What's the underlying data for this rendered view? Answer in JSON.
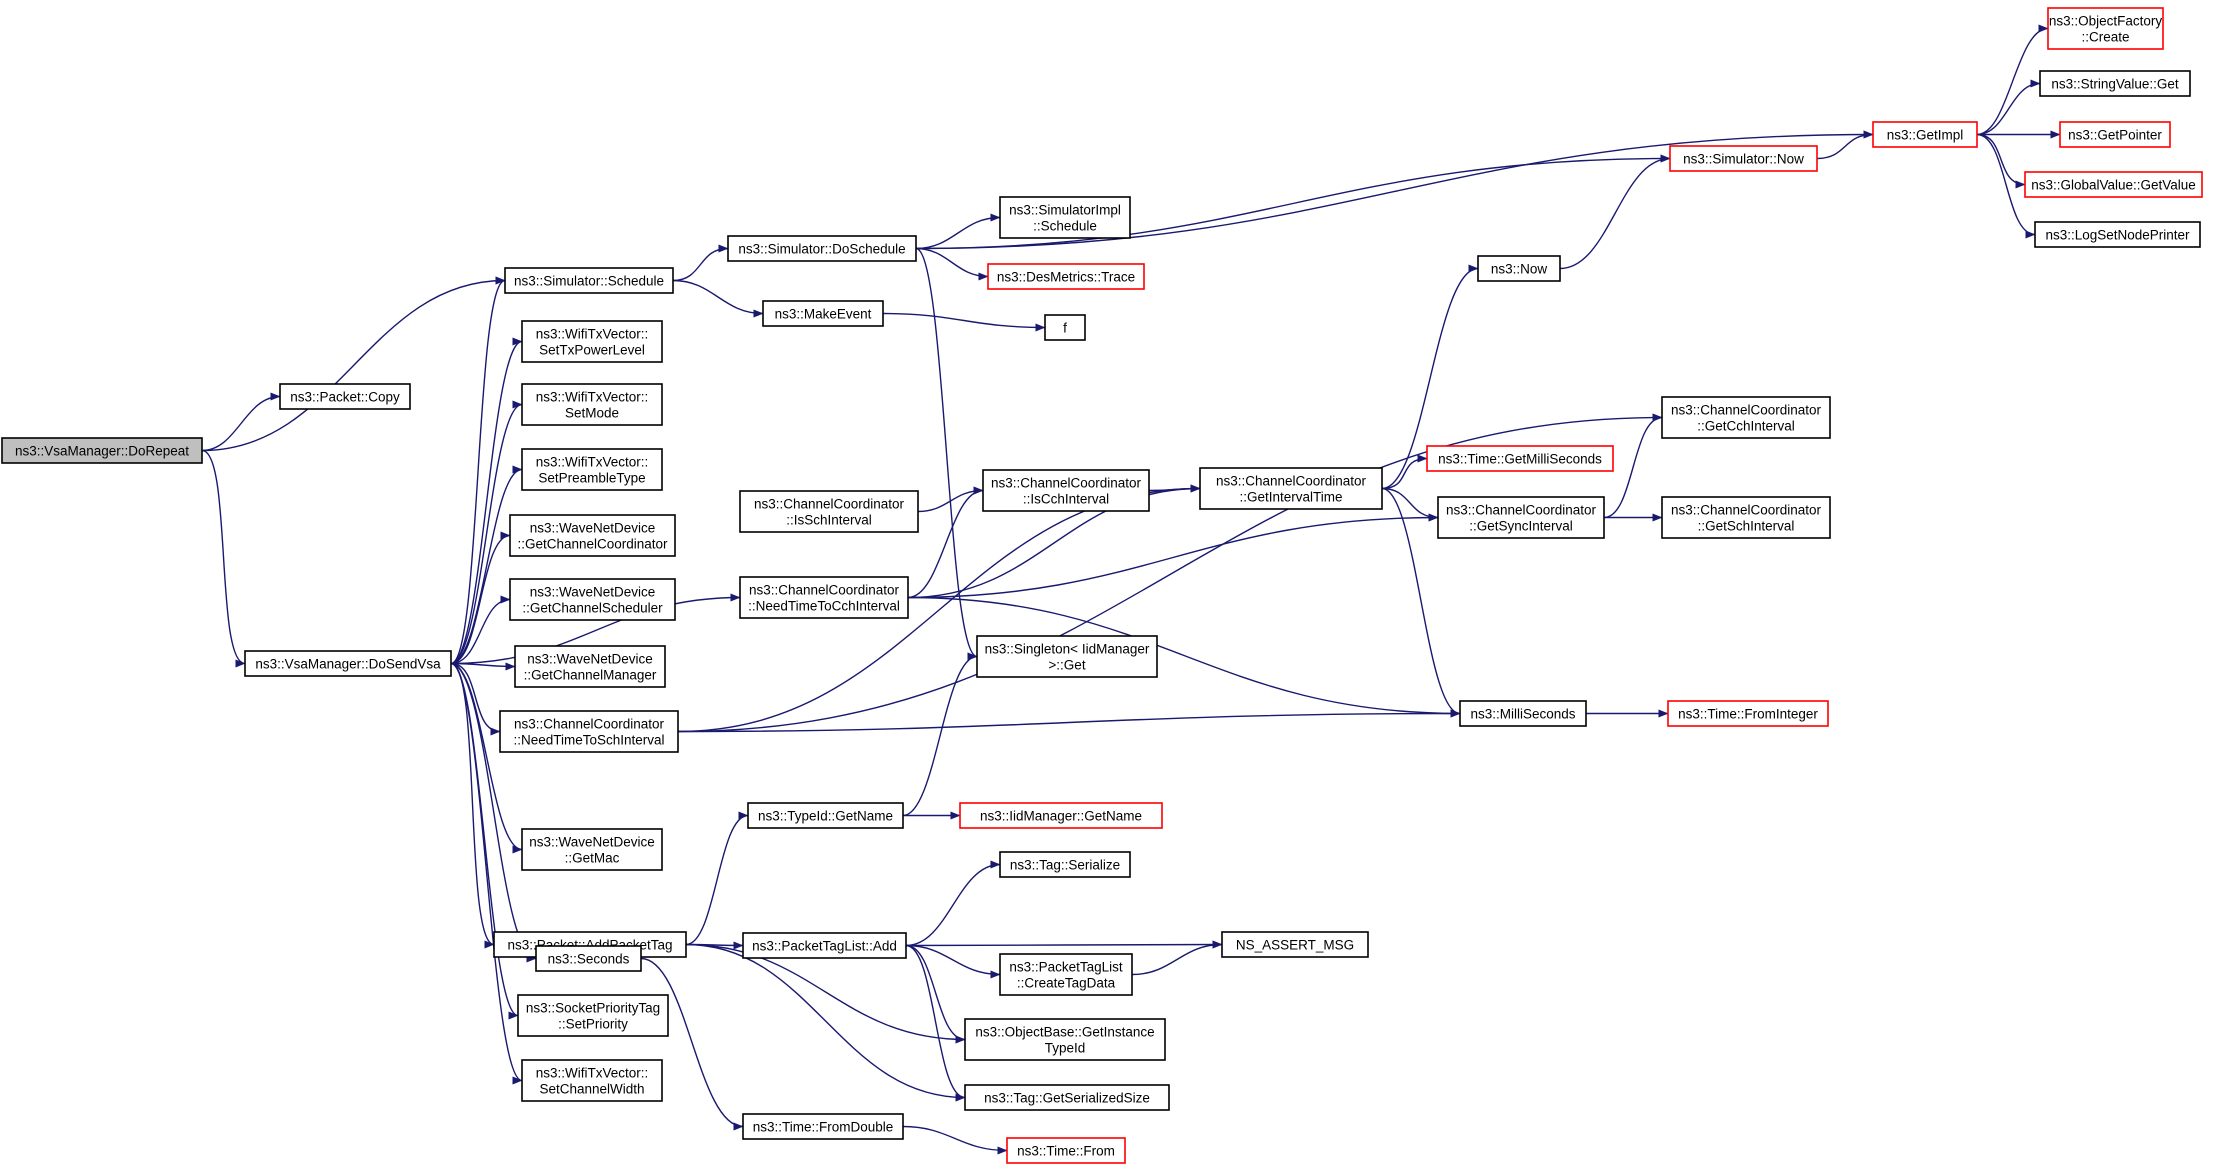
{
  "colors": {
    "edge": "#191970",
    "normal_border": "#000000",
    "truncated_border": "#ff0000",
    "root_fill": "#bfbfbf",
    "node_fill": "#ffffff"
  },
  "nodes": [
    {
      "id": "dorepeat",
      "lines": [
        "ns3::VsaManager::DoRepeat"
      ],
      "style": "root"
    },
    {
      "id": "copy",
      "lines": [
        "ns3::Packet::Copy"
      ],
      "style": "normal"
    },
    {
      "id": "dosendvsa",
      "lines": [
        "ns3::VsaManager::DoSendVsa"
      ],
      "style": "normal"
    },
    {
      "id": "sim_schedule",
      "lines": [
        "ns3::Simulator::Schedule"
      ],
      "style": "normal"
    },
    {
      "id": "settxpower",
      "lines": [
        "ns3::WifiTxVector::",
        "SetTxPowerLevel"
      ],
      "style": "normal"
    },
    {
      "id": "setmode",
      "lines": [
        "ns3::WifiTxVector::",
        "SetMode"
      ],
      "style": "normal"
    },
    {
      "id": "setpreamble",
      "lines": [
        "ns3::WifiTxVector::",
        "SetPreambleType"
      ],
      "style": "normal"
    },
    {
      "id": "getchcoord",
      "lines": [
        "ns3::WaveNetDevice",
        "::GetChannelCoordinator"
      ],
      "style": "normal"
    },
    {
      "id": "getchsched",
      "lines": [
        "ns3::WaveNetDevice",
        "::GetChannelScheduler"
      ],
      "style": "normal"
    },
    {
      "id": "getchmgr",
      "lines": [
        "ns3::WaveNetDevice",
        "::GetChannelManager"
      ],
      "style": "normal"
    },
    {
      "id": "needschint",
      "lines": [
        "ns3::ChannelCoordinator",
        "::NeedTimeToSchInterval"
      ],
      "style": "normal"
    },
    {
      "id": "getmac",
      "lines": [
        "ns3::WaveNetDevice",
        "::GetMac"
      ],
      "style": "normal"
    },
    {
      "id": "addpackettag",
      "lines": [
        "ns3::Packet::AddPacketTag"
      ],
      "style": "normal"
    },
    {
      "id": "seconds",
      "lines": [
        "ns3::Seconds"
      ],
      "style": "normal"
    },
    {
      "id": "setpriority",
      "lines": [
        "ns3::SocketPriorityTag",
        "::SetPriority"
      ],
      "style": "normal"
    },
    {
      "id": "setchwidth",
      "lines": [
        "ns3::WifiTxVector::",
        "SetChannelWidth"
      ],
      "style": "normal"
    },
    {
      "id": "doschedule",
      "lines": [
        "ns3::Simulator::DoSchedule"
      ],
      "style": "normal"
    },
    {
      "id": "makeevent",
      "lines": [
        "ns3::MakeEvent"
      ],
      "style": "normal"
    },
    {
      "id": "isschint",
      "lines": [
        "ns3::ChannelCoordinator",
        "::IsSchInterval"
      ],
      "style": "normal"
    },
    {
      "id": "needcchint",
      "lines": [
        "ns3::ChannelCoordinator",
        "::NeedTimeToCchInterval"
      ],
      "style": "normal"
    },
    {
      "id": "typeid_getname",
      "lines": [
        "ns3::TypeId::GetName"
      ],
      "style": "normal"
    },
    {
      "id": "ptl_add",
      "lines": [
        "ns3::PacketTagList::Add"
      ],
      "style": "normal"
    },
    {
      "id": "fromdouble",
      "lines": [
        "ns3::Time::FromDouble"
      ],
      "style": "normal"
    },
    {
      "id": "simimpl_schedule",
      "lines": [
        "ns3::SimulatorImpl",
        "::Schedule"
      ],
      "style": "normal"
    },
    {
      "id": "desmetrics",
      "lines": [
        "ns3::DesMetrics::Trace"
      ],
      "style": "truncated"
    },
    {
      "id": "f",
      "lines": [
        "f"
      ],
      "style": "normal"
    },
    {
      "id": "iscchint",
      "lines": [
        "ns3::ChannelCoordinator",
        "::IsCchInterval"
      ],
      "style": "normal"
    },
    {
      "id": "singleton_get",
      "lines": [
        "ns3::Singleton< IidManager",
        " >::Get"
      ],
      "style": "normal"
    },
    {
      "id": "iid_getname",
      "lines": [
        "ns3::IidManager::GetName"
      ],
      "style": "truncated"
    },
    {
      "id": "tag_serialize",
      "lines": [
        "ns3::Tag::Serialize"
      ],
      "style": "normal"
    },
    {
      "id": "createtagdata",
      "lines": [
        "ns3::PacketTagList",
        "::CreateTagData"
      ],
      "style": "normal"
    },
    {
      "id": "getinstancetypeid",
      "lines": [
        "ns3::ObjectBase::GetInstance",
        "TypeId"
      ],
      "style": "normal"
    },
    {
      "id": "getserializedsize",
      "lines": [
        "ns3::Tag::GetSerializedSize"
      ],
      "style": "normal"
    },
    {
      "id": "time_from",
      "lines": [
        "ns3::Time::From"
      ],
      "style": "truncated"
    },
    {
      "id": "getintervaltime",
      "lines": [
        "ns3::ChannelCoordinator",
        "::GetIntervalTime"
      ],
      "style": "normal"
    },
    {
      "id": "now",
      "lines": [
        "ns3::Now"
      ],
      "style": "normal"
    },
    {
      "id": "assert_msg",
      "lines": [
        "NS_ASSERT_MSG"
      ],
      "style": "normal"
    },
    {
      "id": "sim_now",
      "lines": [
        "ns3::Simulator::Now"
      ],
      "style": "truncated"
    },
    {
      "id": "getmillis",
      "lines": [
        "ns3::Time::GetMilliSeconds"
      ],
      "style": "truncated"
    },
    {
      "id": "getsyncint",
      "lines": [
        "ns3::ChannelCoordinator",
        "::GetSyncInterval"
      ],
      "style": "normal"
    },
    {
      "id": "millis",
      "lines": [
        "ns3::MilliSeconds"
      ],
      "style": "normal"
    },
    {
      "id": "getimpl",
      "lines": [
        "ns3::GetImpl"
      ],
      "style": "truncated"
    },
    {
      "id": "getcchint",
      "lines": [
        "ns3::ChannelCoordinator",
        "::GetCchInterval"
      ],
      "style": "normal"
    },
    {
      "id": "getschint",
      "lines": [
        "ns3::ChannelCoordinator",
        "::GetSchInterval"
      ],
      "style": "normal"
    },
    {
      "id": "frominteger",
      "lines": [
        "ns3::Time::FromInteger"
      ],
      "style": "truncated"
    },
    {
      "id": "objfactory_create",
      "lines": [
        "ns3::ObjectFactory",
        "::Create"
      ],
      "style": "truncated"
    },
    {
      "id": "stringvalue_get",
      "lines": [
        "ns3::StringValue::Get"
      ],
      "style": "normal"
    },
    {
      "id": "getpointer",
      "lines": [
        "ns3::GetPointer"
      ],
      "style": "truncated"
    },
    {
      "id": "globalvalue_getvalue",
      "lines": [
        "ns3::GlobalValue::GetValue"
      ],
      "style": "truncated"
    },
    {
      "id": "logsetnodeprinter",
      "lines": [
        "ns3::LogSetNodePrinter"
      ],
      "style": "normal"
    }
  ],
  "edges": [
    [
      "dorepeat",
      "copy"
    ],
    [
      "dorepeat",
      "sim_schedule"
    ],
    [
      "dorepeat",
      "dosendvsa"
    ],
    [
      "dosendvsa",
      "sim_schedule"
    ],
    [
      "dosendvsa",
      "settxpower"
    ],
    [
      "dosendvsa",
      "setmode"
    ],
    [
      "dosendvsa",
      "setpreamble"
    ],
    [
      "dosendvsa",
      "getchcoord"
    ],
    [
      "dosendvsa",
      "getchsched"
    ],
    [
      "dosendvsa",
      "getchmgr"
    ],
    [
      "dosendvsa",
      "needschint"
    ],
    [
      "dosendvsa",
      "needcchint"
    ],
    [
      "dosendvsa",
      "getmac"
    ],
    [
      "dosendvsa",
      "addpackettag"
    ],
    [
      "dosendvsa",
      "seconds"
    ],
    [
      "dosendvsa",
      "setpriority"
    ],
    [
      "dosendvsa",
      "setchwidth"
    ],
    [
      "sim_schedule",
      "doschedule"
    ],
    [
      "sim_schedule",
      "makeevent"
    ],
    [
      "doschedule",
      "getimpl"
    ],
    [
      "doschedule",
      "sim_now"
    ],
    [
      "doschedule",
      "simimpl_schedule"
    ],
    [
      "doschedule",
      "desmetrics"
    ],
    [
      "doschedule",
      "singleton_get"
    ],
    [
      "makeevent",
      "f"
    ],
    [
      "needschint",
      "getcchint"
    ],
    [
      "needschint",
      "getintervaltime"
    ],
    [
      "needschint",
      "millis"
    ],
    [
      "isschint",
      "iscchint"
    ],
    [
      "needcchint",
      "iscchint"
    ],
    [
      "needcchint",
      "getintervaltime"
    ],
    [
      "needcchint",
      "getsyncint"
    ],
    [
      "needcchint",
      "millis"
    ],
    [
      "iscchint",
      "getintervaltime"
    ],
    [
      "getintervaltime",
      "now"
    ],
    [
      "getintervaltime",
      "getmillis"
    ],
    [
      "getintervaltime",
      "getsyncint"
    ],
    [
      "getintervaltime",
      "millis"
    ],
    [
      "now",
      "sim_now"
    ],
    [
      "sim_now",
      "getimpl"
    ],
    [
      "getsyncint",
      "getcchint"
    ],
    [
      "getsyncint",
      "getschint"
    ],
    [
      "millis",
      "frominteger"
    ],
    [
      "getimpl",
      "objfactory_create"
    ],
    [
      "getimpl",
      "stringvalue_get"
    ],
    [
      "getimpl",
      "getpointer"
    ],
    [
      "getimpl",
      "globalvalue_getvalue"
    ],
    [
      "getimpl",
      "logsetnodeprinter"
    ],
    [
      "addpackettag",
      "typeid_getname"
    ],
    [
      "addpackettag",
      "ptl_add"
    ],
    [
      "addpackettag",
      "getinstancetypeid"
    ],
    [
      "addpackettag",
      "getserializedsize"
    ],
    [
      "typeid_getname",
      "singleton_get"
    ],
    [
      "typeid_getname",
      "iid_getname"
    ],
    [
      "ptl_add",
      "tag_serialize"
    ],
    [
      "ptl_add",
      "assert_msg"
    ],
    [
      "ptl_add",
      "createtagdata"
    ],
    [
      "ptl_add",
      "getinstancetypeid"
    ],
    [
      "ptl_add",
      "getserializedsize"
    ],
    [
      "createtagdata",
      "assert_msg"
    ],
    [
      "seconds",
      "fromdouble"
    ],
    [
      "fromdouble",
      "time_from"
    ]
  ]
}
